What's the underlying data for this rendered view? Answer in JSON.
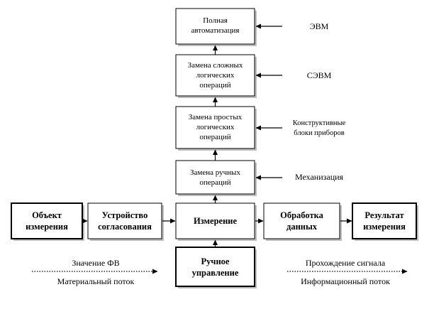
{
  "automation_chain": {
    "full_automation": [
      "Полная",
      "автоматизация"
    ],
    "complex_logic": [
      "Замена сложных",
      "логических",
      "операций"
    ],
    "simple_logic": [
      "Замена простых",
      "логических",
      "операций"
    ],
    "manual_ops": [
      "Замена ручных",
      "операций"
    ]
  },
  "side_labels": {
    "computer": "ЭВМ",
    "special_computer": "СЭВМ",
    "instrument_blocks": [
      "Конструктивные",
      "блоки приборов"
    ],
    "mechanization": "Механизация"
  },
  "main_chain": {
    "object": [
      "Объект",
      "измерения"
    ],
    "matching_device": [
      "Устройство",
      "согласования"
    ],
    "measurement": "Измерение",
    "processing": [
      "Обработка",
      "данных"
    ],
    "result": [
      "Результат",
      "измерения"
    ]
  },
  "manual_control": [
    "Ручное",
    "управление"
  ],
  "legend": {
    "left_top": "Значение ФВ",
    "left_bottom": "Материальный поток",
    "right_top": "Прохождение сигнала",
    "right_bottom": "Информационный поток"
  }
}
